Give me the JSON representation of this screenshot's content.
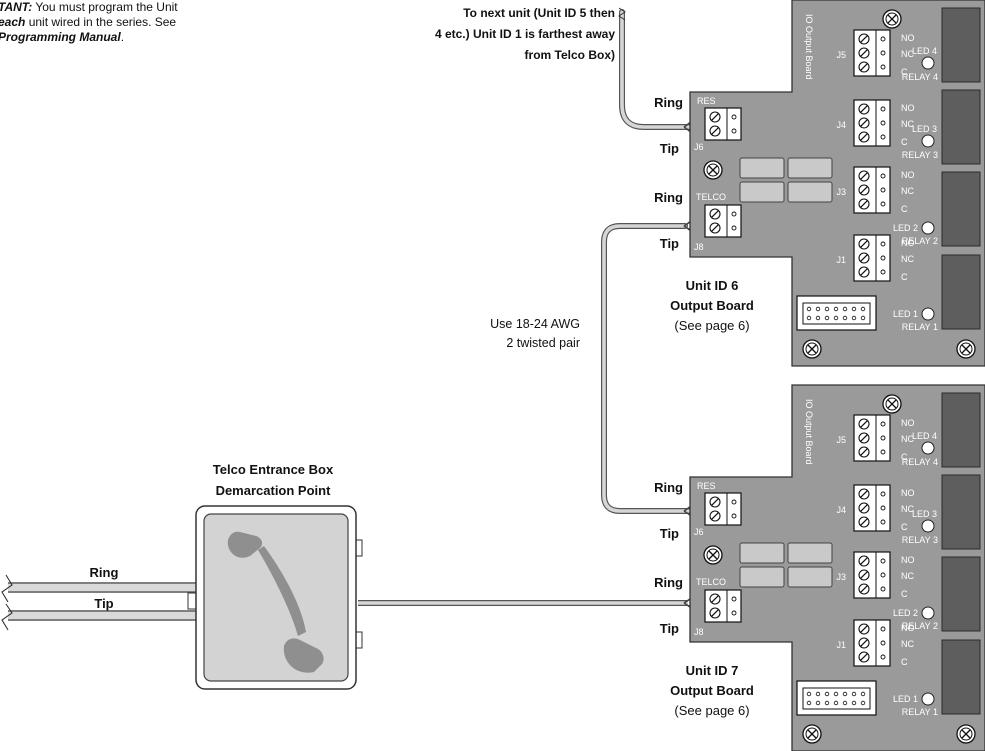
{
  "note": {
    "line1_prefix": "TANT:",
    "line1_rest": " You must program the Unit",
    "line2_prefix": "each",
    "line2_rest": " unit wired in the series. See",
    "line3": "Programming Manual",
    "line3_end": "."
  },
  "next_unit": {
    "line1": "To next unit (Unit ID 5 then",
    "line2": "4 etc.) Unit ID 1 is farthest away",
    "line3": "from Telco Box)"
  },
  "cable_note": {
    "line1": "Use 18-24 AWG",
    "line2": "2 twisted pair"
  },
  "telco_box": {
    "title1": "Telco Entrance Box",
    "title2": "Demarcation Point"
  },
  "left_wires": {
    "ring": "Ring",
    "tip": "Tip"
  },
  "boards": [
    {
      "header": "IO Output Board",
      "unit_line1": "Unit ID 6",
      "unit_line2": "Output Board",
      "unit_line3": "(See page 6)",
      "res": "RES",
      "telco": "TELCO",
      "j6": "J6",
      "j8": "J8",
      "ring1": "Ring",
      "tip1": "Tip",
      "ring2": "Ring",
      "tip2": "Tip",
      "connectors": [
        {
          "j": "J5",
          "no": "NO",
          "nc": "NC",
          "c": "C",
          "led": "LED 4",
          "relay": "RELAY 4"
        },
        {
          "j": "J4",
          "no": "NO",
          "nc": "NC",
          "c": "C",
          "led": "LED 3",
          "relay": "RELAY 3"
        },
        {
          "j": "J3",
          "no": "NO",
          "nc": "NC",
          "c": "C",
          "led": "LED 2",
          "relay": "RELAY 2"
        },
        {
          "j": "J1",
          "no": "NO",
          "nc": "NC",
          "c": "C",
          "led": "LED 1",
          "relay": "RELAY 1"
        }
      ]
    },
    {
      "header": "IO Output Board",
      "unit_line1": "Unit ID 7",
      "unit_line2": "Output Board",
      "unit_line3": "(See page 6)",
      "res": "RES",
      "telco": "TELCO",
      "j6": "J6",
      "j8": "J8",
      "ring1": "Ring",
      "tip1": "Tip",
      "ring2": "Ring",
      "tip2": "Tip",
      "connectors": [
        {
          "j": "J5",
          "no": "NO",
          "nc": "NC",
          "c": "C",
          "led": "LED 4",
          "relay": "RELAY 4"
        },
        {
          "j": "J4",
          "no": "NO",
          "nc": "NC",
          "c": "C",
          "led": "LED 3",
          "relay": "RELAY 3"
        },
        {
          "j": "J3",
          "no": "NO",
          "nc": "NC",
          "c": "C",
          "led": "LED 2",
          "relay": "RELAY 2"
        },
        {
          "j": "J1",
          "no": "NO",
          "nc": "NC",
          "c": "C",
          "led": "LED 1",
          "relay": "RELAY 1"
        }
      ]
    }
  ],
  "icons": [
    "phone-handset-icon",
    "screw-terminal-icon",
    "mounting-screw-icon",
    "led-icon",
    "relay-icon"
  ]
}
